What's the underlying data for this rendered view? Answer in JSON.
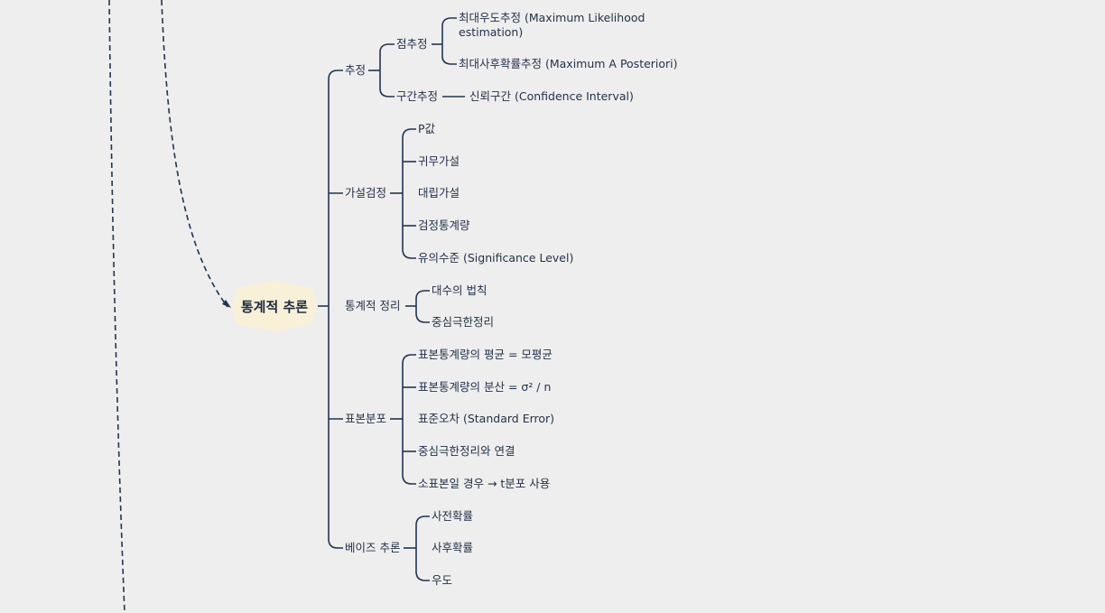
{
  "diagram": {
    "root": "통계적 추론",
    "branches": {
      "estimation": {
        "label": "추정",
        "point": {
          "label": "점추정",
          "mle": "최대우도추정 (Maximum Likelihood estimation)",
          "map": "최대사후확률추정 (Maximum A Posteriori)"
        },
        "interval": {
          "label": "구간추정",
          "ci": "신뢰구간 (Confidence Interval)"
        }
      },
      "hypothesis": {
        "label": "가설검정",
        "items": [
          "P값",
          "귀무가설",
          "대립가설",
          "검정통계량",
          "유의수준 (Significance Level)"
        ]
      },
      "theorems": {
        "label": "통계적 정리",
        "items": [
          "대수의 법칙",
          "중심극한정리"
        ]
      },
      "sampling": {
        "label": "표본분포",
        "items": [
          "표본통계량의 평균 = 모평균",
          "표본통계량의 분산 = σ² / n",
          "표준오차 (Standard Error)",
          "중심극한정리와 연결",
          "소표본일 경우 → t분포 사용"
        ]
      },
      "bayes": {
        "label": "베이즈 추론",
        "items": [
          "사전확률",
          "사후확률",
          "우도"
        ]
      }
    },
    "colors": {
      "line": "#1f3552",
      "root_fill": "#f8f1d8",
      "background": "#eeeeee"
    }
  }
}
